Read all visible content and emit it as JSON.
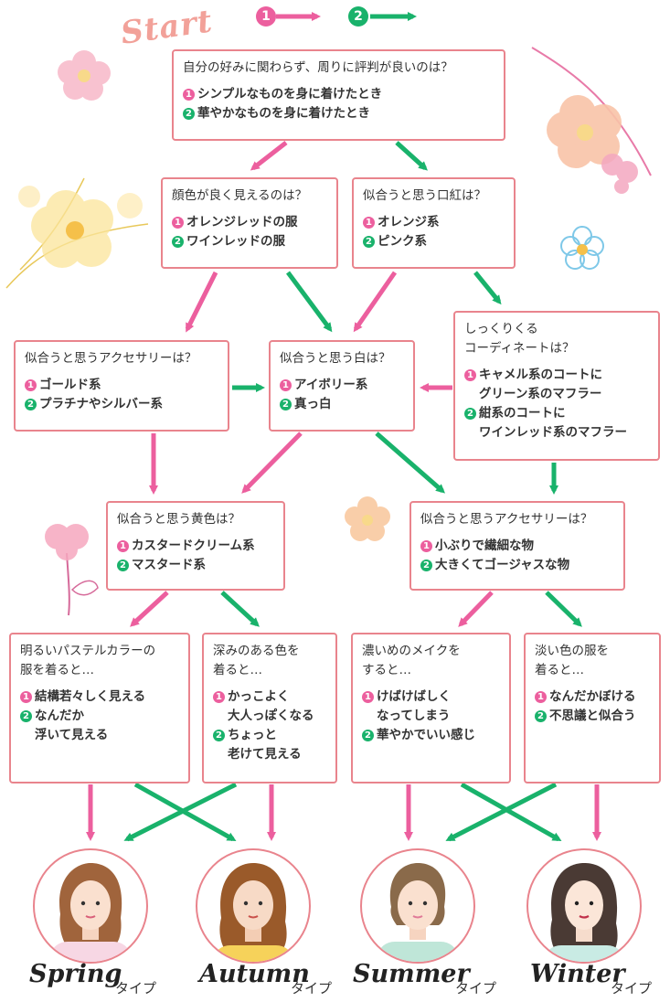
{
  "legend": {
    "one": "1",
    "two": "2"
  },
  "start_label": "Start",
  "q1": {
    "question": "自分の好みに関わらず、周りに評判が良いのは？",
    "opt1": "シンプルなものを身に着けたとき",
    "opt2": "華やかなものを身に着けたとき"
  },
  "q2a": {
    "question": "顔色が良く見えるのは？",
    "opt1": "オレンジレッドの服",
    "opt2": "ワインレッドの服"
  },
  "q2b": {
    "question": "似合うと思う口紅は？",
    "opt1": "オレンジ系",
    "opt2": "ピンク系"
  },
  "q3a": {
    "question": "似合うと思うアクセサリーは？",
    "opt1": "ゴールド系",
    "opt2": "プラチナやシルバー系"
  },
  "q3b": {
    "question": "似合うと思う白は？",
    "opt1": "アイボリー系",
    "opt2": "真っ白"
  },
  "q3c": {
    "question": "しっくりくる\nコーディネートは？",
    "opt1": "キャメル系のコートに\nグリーン系のマフラー",
    "opt2": "紺系のコートに\nワインレッド系のマフラー"
  },
  "q4a": {
    "question": "似合うと思う黄色は？",
    "opt1": "カスタードクリーム系",
    "opt2": "マスタード系"
  },
  "q4b": {
    "question": "似合うと思うアクセサリーは？",
    "opt1": "小ぶりで繊細な物",
    "opt2": "大きくてゴージャスな物"
  },
  "q5a": {
    "question": "明るいパステルカラーの\n服を着ると…",
    "opt1": "結構若々しく見える",
    "opt2": "なんだか\n浮いて見える"
  },
  "q5b": {
    "question": "深みのある色を\n着ると…",
    "opt1": "かっこよく\n大人っぽくなる",
    "opt2": "ちょっと\n老けて見える"
  },
  "q5c": {
    "question": "濃いめのメイクを\nすると…",
    "opt1": "けばけばしく\nなってしまう",
    "opt2": "華やかでいい感じ"
  },
  "q5d": {
    "question": "淡い色の服を\n着ると…",
    "opt1": "なんだかぼける",
    "opt2": "不思議と似合う"
  },
  "results": [
    {
      "name": "Spring",
      "suffix": "タイプ",
      "hair": "#a0643c",
      "shirt": "#f7d7e4"
    },
    {
      "name": "Autumn",
      "suffix": "タイプ",
      "hair": "#9a5a2a",
      "shirt": "#f6d25a"
    },
    {
      "name": "Summer",
      "suffix": "タイプ",
      "hair": "#8a6a4a",
      "shirt": "#bfe6d8"
    },
    {
      "name": "Winter",
      "suffix": "タイプ",
      "hair": "#4a3a34",
      "shirt": "#c9ebe4"
    }
  ],
  "colors": {
    "pink": "#ec5f9e",
    "green": "#19b26b",
    "border": "#e9848d"
  }
}
